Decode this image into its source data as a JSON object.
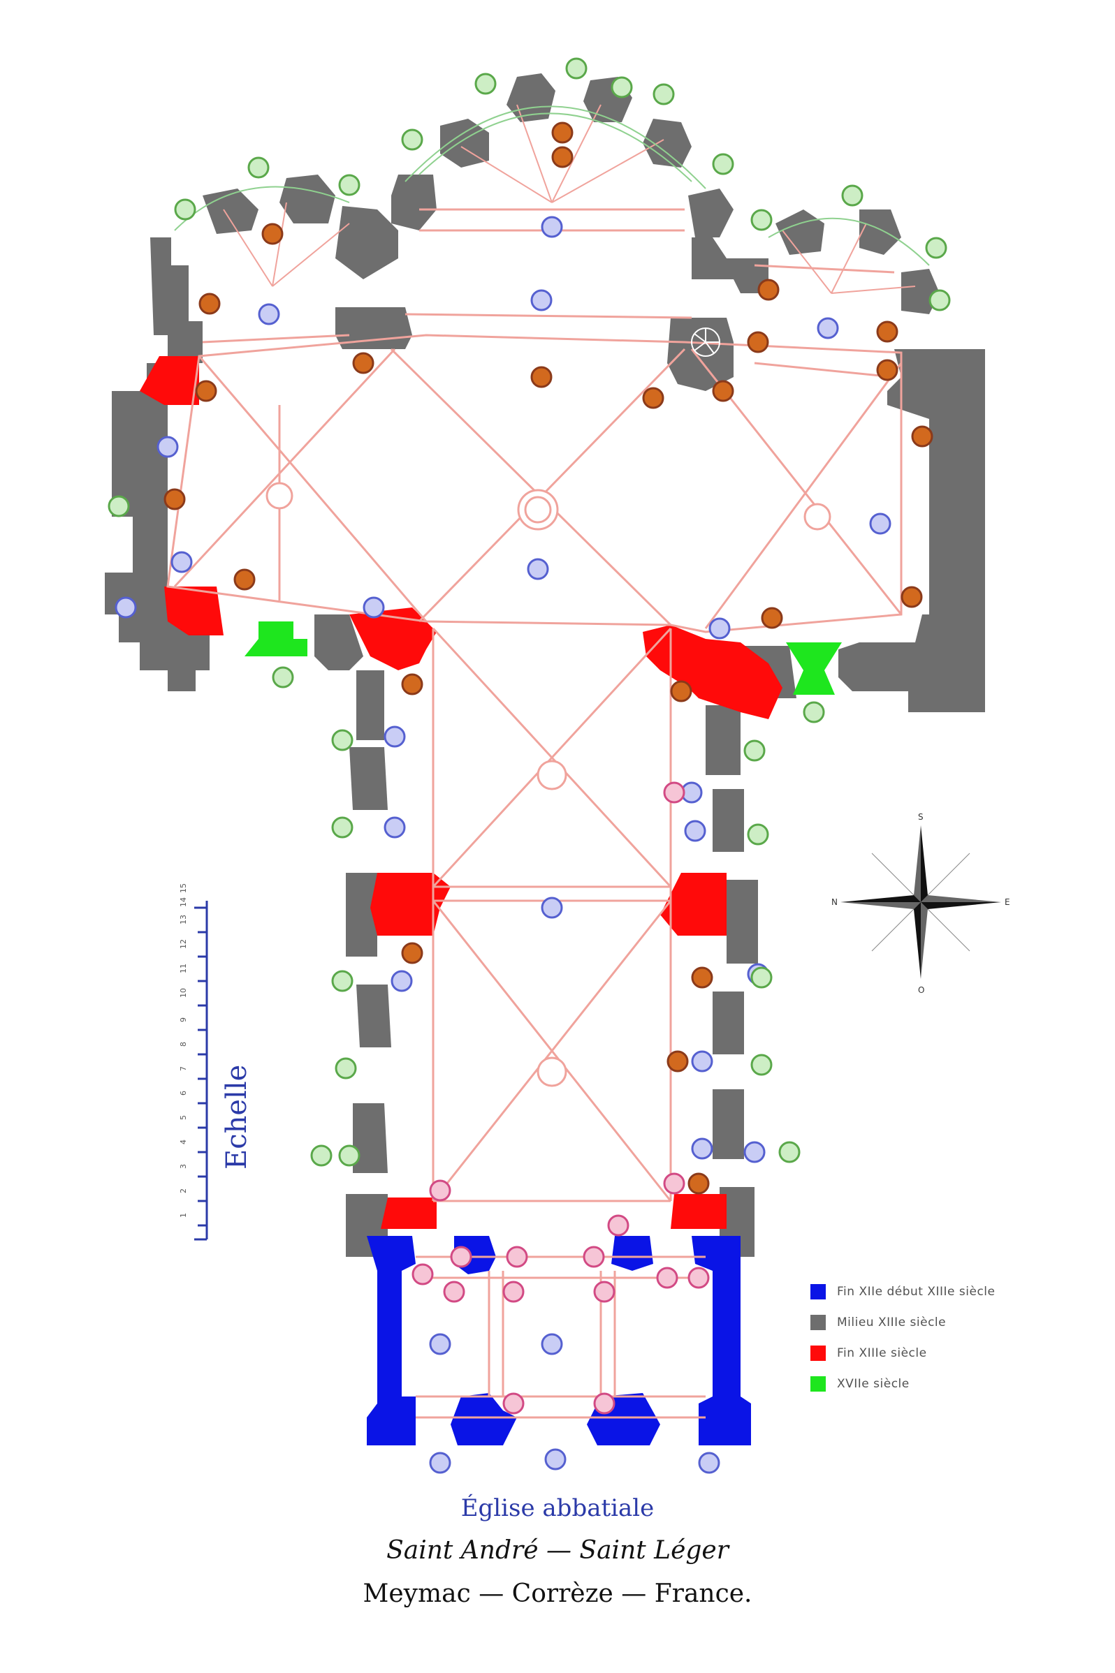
{
  "plan": {
    "colors": {
      "blue": "#0a14e6",
      "gray": "#6e6e6e",
      "red": "#ff0a0a",
      "green": "#1ee61e",
      "rib": "#f0a39c",
      "text_blue": "#2b3aa8"
    }
  },
  "scale": {
    "label": "Echelle",
    "tick_labels": [
      "1",
      "2",
      "3",
      "4",
      "5",
      "6",
      "7",
      "8",
      "9",
      "10",
      "11",
      "12",
      "13",
      "14",
      "15"
    ]
  },
  "compass": {
    "north": "S",
    "east": "E",
    "south": "O",
    "west": "N",
    "icon": "compass-rose-icon"
  },
  "legend": {
    "items": [
      {
        "label": "Fin XIIe début XIIIe siècle",
        "color": "#0a14e6"
      },
      {
        "label": "Milieu XIIIe siècle",
        "color": "#6e6e6e"
      },
      {
        "label": "Fin XIIIe siècle",
        "color": "#ff0a0a"
      },
      {
        "label": "XVIIe siècle",
        "color": "#1ee61e"
      }
    ]
  },
  "caption": {
    "line1": "Église abbatiale",
    "line2": "Saint André — Saint Léger",
    "line3": "Meymac — Corrèze — France."
  }
}
